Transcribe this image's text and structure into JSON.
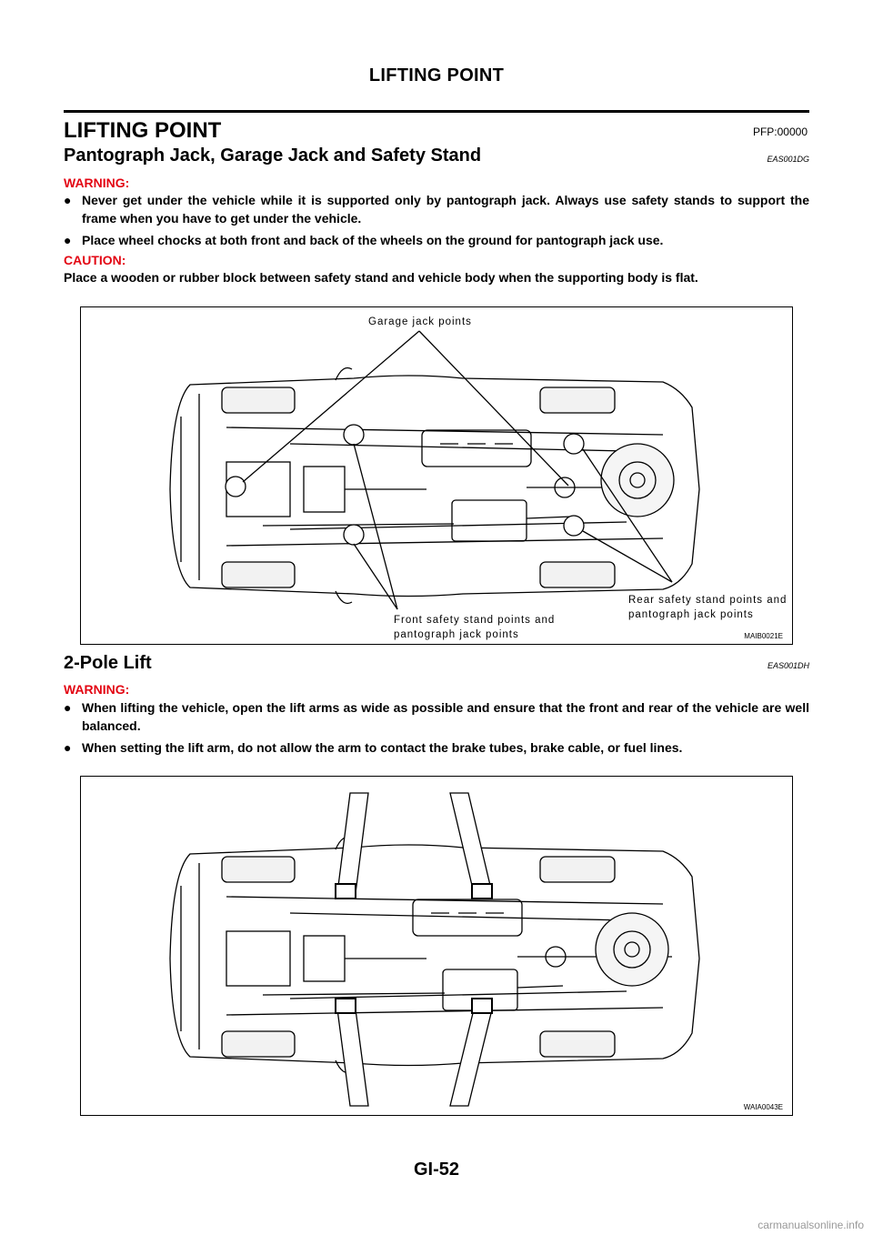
{
  "header": {
    "title": "LIFTING POINT"
  },
  "section": {
    "title": "LIFTING POINT",
    "code": "PFP:00000"
  },
  "jack": {
    "heading": "Pantograph Jack, Garage Jack and Safety Stand",
    "code": "EAS001DG",
    "warning_label": "WARNING:",
    "warnings": [
      "Never get under the vehicle while it is supported only by pantograph jack. Always use safety stands to support the frame when you have to get under the vehicle.",
      "Place wheel chocks at both front and back of the wheels on the ground for pantograph jack use."
    ],
    "caution_label": "CAUTION:",
    "caution": "Place a wooden or rubber block between safety stand and vehicle body when the supporting body is flat.",
    "figure": {
      "label_garage": "Garage jack points",
      "label_front_1": "Front safety stand points and",
      "label_front_2": "pantograph jack points",
      "label_rear_1": "Rear safety stand points and",
      "label_rear_2": "pantograph jack points",
      "id": "MAIB0021E"
    }
  },
  "lift": {
    "heading": "2-Pole Lift",
    "code": "EAS001DH",
    "warning_label": "WARNING:",
    "warnings": [
      "When lifting the vehicle, open the lift arms as wide as possible and ensure that the front and rear of the vehicle are well balanced.",
      "When setting the lift arm, do not allow the arm to contact the brake tubes, brake cable, or fuel lines."
    ],
    "figure": {
      "id": "WAIA0043E"
    }
  },
  "bullet_glyph": "●",
  "footer": {
    "page": "GI-52",
    "watermark": "carmanualsonline.info"
  }
}
